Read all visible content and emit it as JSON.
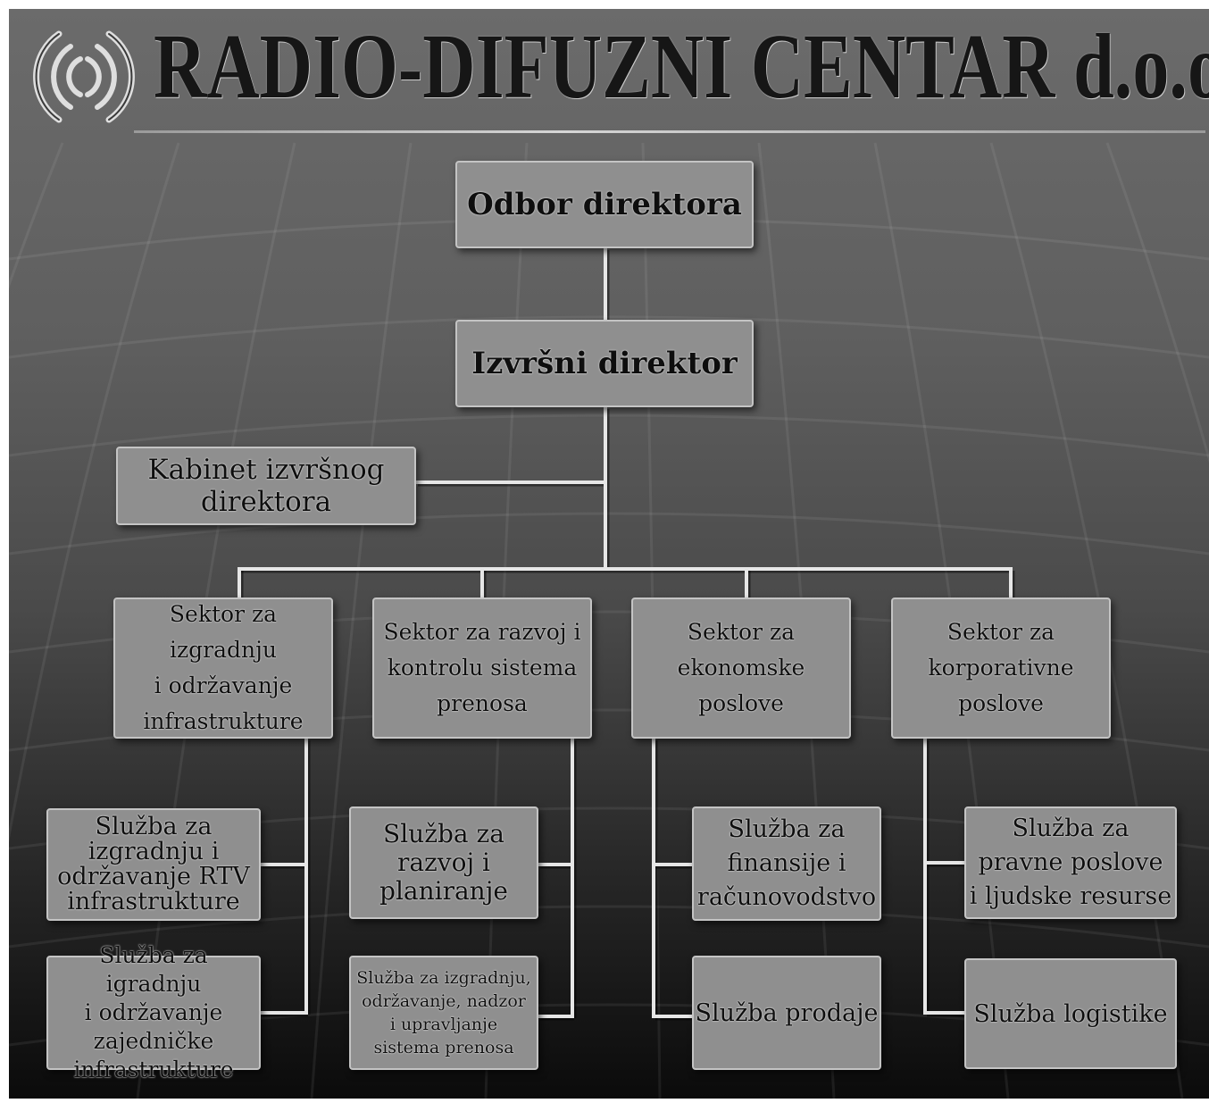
{
  "header": {
    "company_name": "RADIO-DIFUZNI CENTAR d.o.o.",
    "logo_icon": "radio-waves-icon"
  },
  "chart": {
    "board": "Odbor direktora",
    "executive": "Izvršni direktor",
    "cabinet": "Kabinet izvršnog\ndirektora",
    "sectors": [
      {
        "label": "Sektor za izgradnju\ni održavanje\ninfrastrukture",
        "services": [
          "Služba za\nizgradnju i\nodržavanje RTV\ninfrastrukture",
          "Služba za igradnju\ni održavanje\nzajedničke\ninfrastrukture"
        ]
      },
      {
        "label": "Sektor za razvoj i\nkontrolu sistema\nprenosa",
        "services": [
          "Služba za\nrazvoj i\nplaniranje",
          "Služba za izgradnju,\nodržavanje, nadzor\ni upravljanje\nsistema prenosa"
        ]
      },
      {
        "label": "Sektor za\nekonomske\nposlove",
        "services": [
          "Služba za\nfinansije i\nračunovodstvo",
          "Služba prodaje"
        ]
      },
      {
        "label": "Sektor za\nkorporativne\nposlove",
        "services": [
          "Služba za\npravne poslove\ni ljudske resurse",
          "Služba logistike"
        ]
      }
    ]
  },
  "colors": {
    "node_fill": "#8f8f8f",
    "node_border": "#c4c4c4",
    "connector": "#e6e6e6",
    "text": "#0e0e0e"
  }
}
